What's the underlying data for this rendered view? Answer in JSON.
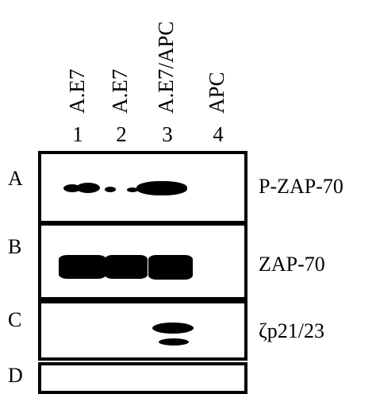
{
  "figure": {
    "lanes": [
      {
        "number": "1",
        "label": "A.E7"
      },
      {
        "number": "2",
        "label": "A.E7"
      },
      {
        "number": "3",
        "label": "A.E7/APC"
      },
      {
        "number": "4",
        "label": "APC"
      }
    ],
    "panels": [
      {
        "letter": "A",
        "protein": "P-ZAP-70"
      },
      {
        "letter": "B",
        "protein": "ZAP-70"
      },
      {
        "letter": "C",
        "protein": "ζp21/23"
      },
      {
        "letter": "D",
        "protein": ""
      }
    ]
  }
}
